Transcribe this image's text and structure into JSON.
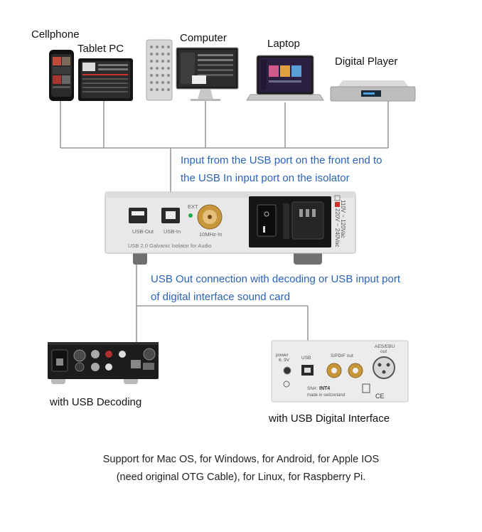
{
  "devices": {
    "cellphone": "Cellphone",
    "tablet": "Tablet PC",
    "computer": "Computer",
    "laptop": "Laptop",
    "player": "Digital Player"
  },
  "notes": {
    "input_line1": "Input from the USB port on the front end to",
    "input_line2": "the USB In input port on the isolator",
    "output_line1": "USB Out connection with decoding or USB input port",
    "output_line2": "of digital interface sound card"
  },
  "isolator": {
    "port_usb_out": "USB-Out",
    "port_usb_in": "USB-In",
    "port_clock": "10MHz-In",
    "ext": "EXT",
    "title": "USB 2.0 Galvanic Isolator for Audio",
    "voltage_low": "110V ~ 120Vac",
    "voltage_high": "220V ~ 240Vac"
  },
  "targets": {
    "decoding": "with USB Decoding",
    "interface": "with USB Digital Interface"
  },
  "interface_panel": {
    "power": "power",
    "power_v": "6..9V",
    "usb": "USB",
    "spdif": "S/PDIF out",
    "aes": "AES/EBU",
    "aes_out": "out",
    "sn": "SN#:",
    "model": "INT4",
    "made": "made in switzerland"
  },
  "footer": {
    "line1": "Support for Mac OS, for Windows, for Android, for Apple IOS",
    "line2": "(need original OTG Cable), for Linux, for Raspberry Pi."
  }
}
